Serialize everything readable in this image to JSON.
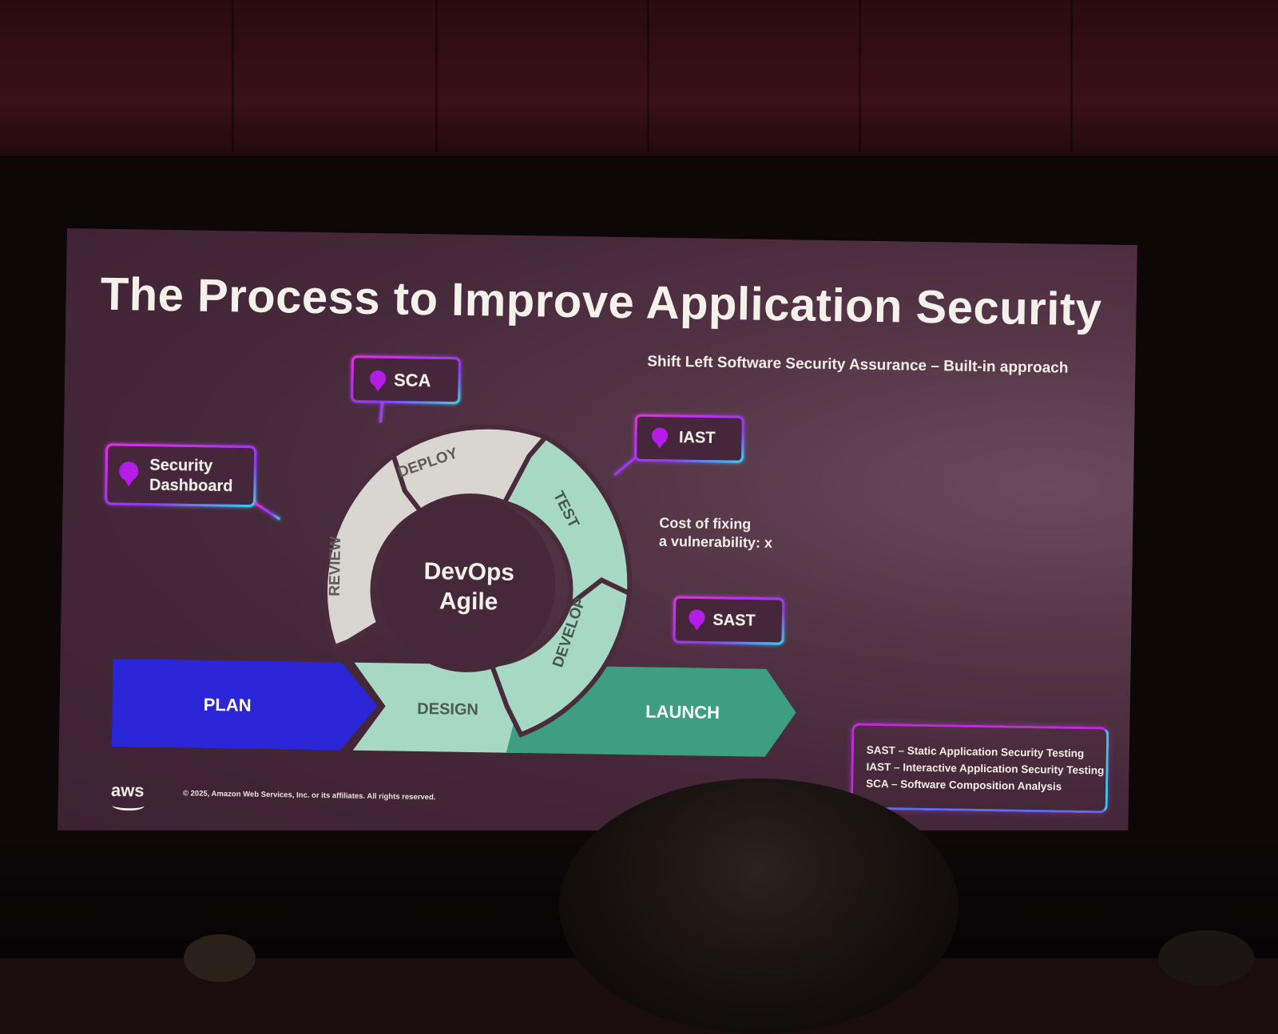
{
  "slide": {
    "title": "The Process to Improve Application Security",
    "subtitle": "Shift Left Software Security Assurance – Built-in approach",
    "center": {
      "line1": "DevOps",
      "line2": "Agile"
    },
    "cycle": [
      "DEPLOY",
      "TEST",
      "DEVELOP",
      "REVIEW"
    ],
    "phases": {
      "plan": "PLAN",
      "design": "DESIGN",
      "launch": "LAUNCH"
    },
    "callouts": {
      "sca": "SCA",
      "iast": "IAST",
      "sast": "SAST",
      "dashboard_line1": "Security",
      "dashboard_line2": "Dashboard"
    },
    "cost_note": "Cost of fixing\na vulnerability: x",
    "legend": [
      "SAST – Static Application Security Testing",
      "IAST – Interactive Application Security Testing",
      "SCA – Software Composition Analysis"
    ],
    "brand": "aws",
    "copyright": "© 2025, Amazon Web Services, Inc. or its affiliates. All rights reserved.",
    "colors": {
      "plan": "#2b25d8",
      "design": "#a6d8c4",
      "launch": "#3e9e82",
      "test_develop": "#a6d8c4",
      "deploy_review": "#d9d6d2",
      "callout_border": "#d42fe0",
      "callout_glow_end": "#35d0f0",
      "bubble_icon": "#b51fe8"
    }
  }
}
